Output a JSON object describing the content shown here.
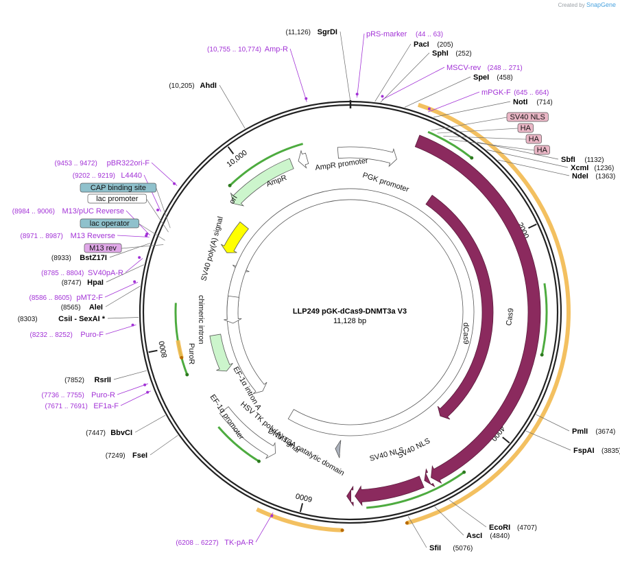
{
  "brand": {
    "created_by": "Created by",
    "app": "SnapGene"
  },
  "plasmid": {
    "name": "LLP249 pGK-dCas9-DNMT3a V3",
    "size": "11,128 bp",
    "length": 11128
  },
  "scale_ticks": [
    {
      "pos": 2000,
      "label": "2000"
    },
    {
      "pos": 4000,
      "label": "4000"
    },
    {
      "pos": 6000,
      "label": "6000"
    },
    {
      "pos": 8000,
      "label": "8000"
    },
    {
      "pos": 10000,
      "label": "10,000"
    }
  ],
  "enzymes": [
    {
      "name": "SgrDI",
      "coord": "(11,126)",
      "pos": 11126
    },
    {
      "name": "PacI",
      "coord": "(205)",
      "pos": 205
    },
    {
      "name": "SphI",
      "coord": "(252)",
      "pos": 252
    },
    {
      "name": "SpeI",
      "coord": "(458)",
      "pos": 458
    },
    {
      "name": "NotI",
      "coord": "(714)",
      "pos": 714
    },
    {
      "name": "SbfI",
      "coord": "(1132)",
      "pos": 1132
    },
    {
      "name": "XcmI",
      "coord": "(1236)",
      "pos": 1236
    },
    {
      "name": "NdeI",
      "coord": "(1363)",
      "pos": 1363
    },
    {
      "name": "PmlI",
      "coord": "(3674)",
      "pos": 3674
    },
    {
      "name": "FspAI",
      "coord": "(3835)",
      "pos": 3835
    },
    {
      "name": "EcoRI",
      "coord": "(4707)",
      "pos": 4707
    },
    {
      "name": "AscI",
      "coord": "(4840)",
      "pos": 4840
    },
    {
      "name": "SfiI",
      "coord": "(5076)",
      "pos": 5076
    },
    {
      "name": "FseI",
      "coord": "(7249)",
      "pos": 7249
    },
    {
      "name": "BbvCI",
      "coord": "(7447)",
      "pos": 7447
    },
    {
      "name": "RsrII",
      "coord": "(7852)",
      "pos": 7852
    },
    {
      "name": "CsiI - SexAI *",
      "coord": "(8303)",
      "pos": 8303
    },
    {
      "name": "AleI",
      "coord": "(8565)",
      "pos": 8565
    },
    {
      "name": "HpaI",
      "coord": "(8747)",
      "pos": 8747
    },
    {
      "name": "BstZ17I",
      "coord": "(8933)",
      "pos": 8933
    },
    {
      "name": "AhdI",
      "coord": "(10,205)",
      "pos": 10205
    }
  ],
  "primers": [
    {
      "name": "pRS-marker",
      "coord": "(44 .. 63)",
      "pos": 54
    },
    {
      "name": "MSCV-rev",
      "coord": "(248 .. 271)",
      "pos": 260
    },
    {
      "name": "mPGK-F",
      "coord": "(645 .. 664)",
      "pos": 655
    },
    {
      "name": "Amp-R",
      "coord": "(10,755 .. 10,774)",
      "pos": 10765
    },
    {
      "name": "pBR322ori-F",
      "coord": "(9453 .. 9472)",
      "pos": 9462
    },
    {
      "name": "L4440",
      "coord": "(9202 .. 9219)",
      "pos": 9210
    },
    {
      "name": "M13/pUC Reverse",
      "coord": "(8984 .. 9006)",
      "pos": 8995
    },
    {
      "name": "M13 Reverse",
      "coord": "(8971 .. 8987)",
      "pos": 8979
    },
    {
      "name": "SV40pA-R",
      "coord": "(8785 .. 8804)",
      "pos": 8795
    },
    {
      "name": "pMT2-F",
      "coord": "(8586 .. 8605)",
      "pos": 8595
    },
    {
      "name": "Puro-F",
      "coord": "(8232 .. 8252)",
      "pos": 8242
    },
    {
      "name": "Puro-R",
      "coord": "(7736 .. 7755)",
      "pos": 7745
    },
    {
      "name": "EF1a-F",
      "coord": "(7671 .. 7691)",
      "pos": 7681
    },
    {
      "name": "TK-pA-R",
      "coord": "(6208 .. 6227)",
      "pos": 6217
    }
  ],
  "boxed_labels": [
    {
      "name": "SV40 NLS",
      "color": "#eab7c6",
      "pos": 740
    },
    {
      "name": "HA",
      "color": "#eab7c6",
      "pos": 800
    },
    {
      "name": "HA",
      "color": "#eab7c6",
      "pos": 860
    },
    {
      "name": "HA",
      "color": "#eab7c6",
      "pos": 920
    },
    {
      "name": "CAP binding site",
      "color": "#8fc1cc",
      "pos": 9120
    },
    {
      "name": "lac promoter",
      "color": "#ffffff",
      "pos": 9080
    },
    {
      "name": "lac operator",
      "color": "#8fc1cc",
      "pos": 9000
    },
    {
      "name": "M13 rev",
      "color": "#e0a8e8",
      "pos": 8960
    }
  ],
  "features": [
    {
      "name": "AmpR",
      "start": 10460,
      "end": 9670,
      "dir": -1,
      "color": "#ccf5cc",
      "ring": 1
    },
    {
      "name": "AmpR promoter",
      "start": 10640,
      "end": 10540,
      "dir": -1,
      "color": "#ffffff",
      "ring": 1
    },
    {
      "name": "ori",
      "start": 9560,
      "end": 9140,
      "dir": -1,
      "color": "#ffff00",
      "ring": 2
    },
    {
      "name": "SV40 poly(A) signal",
      "start": 9080,
      "end": 8960,
      "dir": -1,
      "color": "#ffffff",
      "ring": 3
    },
    {
      "name": "PGK promoter",
      "start": 10990,
      "end": 520,
      "dir": 1,
      "color": "#ffffff",
      "ring": 1
    },
    {
      "name": "Cas9",
      "start": 660,
      "end": 4760,
      "dir": 1,
      "color": "#8b2a5e",
      "ring": 0
    },
    {
      "name": "dCas9",
      "start": 1080,
      "end": 4300,
      "dir": 1,
      "color": "#8b2a5e",
      "ring": 2
    },
    {
      "name": "SV40 NLS",
      "start": 4790,
      "end": 4830,
      "dir": 1,
      "color": "#8b2a5e",
      "ring": 0
    },
    {
      "name": "SV40 NLS",
      "start": 5560,
      "end": 5600,
      "dir": 1,
      "color": "#8b2a5e",
      "ring": 0
    },
    {
      "name": "DNMT3A catalytic domain",
      "start": 4860,
      "end": 5520,
      "dir": 1,
      "color": "#8b2a5e",
      "ring": 0
    },
    {
      "name": "HSV TK poly(A) signal",
      "start": 5700,
      "end": 5760,
      "dir": 1,
      "color": "#aab0bb",
      "ring": 2
    },
    {
      "name": "EF-1α promoter",
      "start": 7180,
      "end": 6430,
      "dir": -1,
      "color": "#ffffff",
      "ring": 1
    },
    {
      "name": "EF-1α intron A",
      "start": 6500,
      "end": 7050,
      "dir": -1,
      "color": "#ffffff",
      "ring": 3
    },
    {
      "name": "PuroR",
      "start": 8050,
      "end": 7560,
      "dir": -1,
      "color": "#ccf5cc",
      "ring": 2
    },
    {
      "name": "chimeric intron",
      "start": 8580,
      "end": 8180,
      "dir": -1,
      "color": "#ffffff",
      "ring": 3
    }
  ],
  "orfs": [
    {
      "start": 10640,
      "end": 9780,
      "dir": -1,
      "color": "#3aa22a",
      "ring": 0.5
    },
    {
      "start": 720,
      "end": 1180,
      "dir": 1,
      "color": "#3aa22a",
      "ring": -0.5
    },
    {
      "start": 2520,
      "end": 3170,
      "dir": 1,
      "color": "#3aa22a",
      "ring": -0.5
    },
    {
      "start": 5420,
      "end": 4470,
      "dir": -1,
      "color": "#3aa22a",
      "ring": -0.5
    },
    {
      "start": 7080,
      "end": 6540,
      "dir": -1,
      "color": "#3aa22a",
      "ring": 0.5
    },
    {
      "start": 8440,
      "end": 7700,
      "dir": -1,
      "color": "#3aa22a",
      "ring": 0.5
    },
    {
      "start": 560,
      "end": 5100,
      "dir": 1,
      "color": "#f2b94f",
      "ring": -1
    },
    {
      "start": 6350,
      "end": 5630,
      "dir": -1,
      "color": "#f2b94f",
      "ring": -1
    },
    {
      "start": 8060,
      "end": 7880,
      "dir": -1,
      "color": "#f2b94f",
      "ring": 0.5
    }
  ]
}
